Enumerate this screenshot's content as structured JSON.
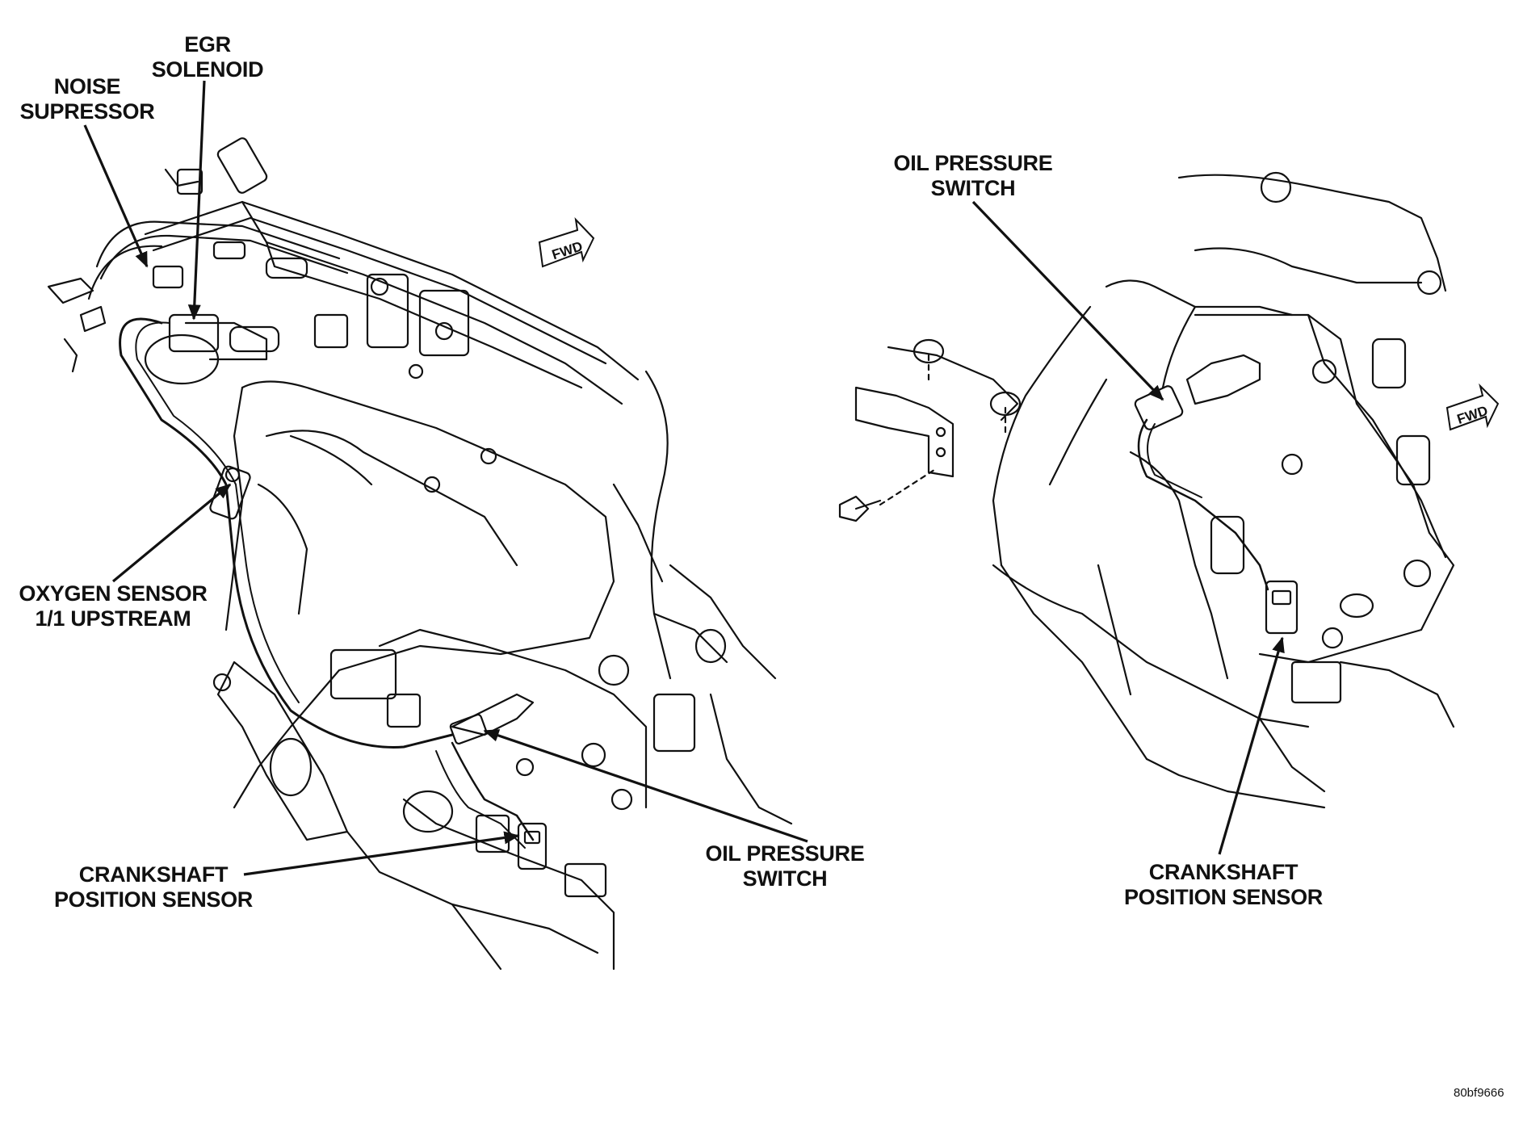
{
  "labels": {
    "egr_solenoid": [
      "EGR",
      "SOLENOID"
    ],
    "noise_suppressor": [
      "NOISE",
      "SUPRESSOR"
    ],
    "oxygen_sensor": [
      "OXYGEN SENSOR",
      "1/1 UPSTREAM"
    ],
    "crankshaft_left": [
      "CRANKSHAFT",
      "POSITION SENSOR"
    ],
    "oil_pressure_left": [
      "OIL PRESSURE",
      "SWITCH"
    ],
    "oil_pressure_right": [
      "OIL PRESSURE",
      "SWITCH"
    ],
    "crankshaft_right": [
      "CRANKSHAFT",
      "POSITION SENSOR"
    ]
  },
  "fwd_left": "FWD",
  "fwd_right": "FWD",
  "image_code": "80bf9666",
  "colors": {
    "ink": "#111111",
    "background": "#ffffff"
  }
}
